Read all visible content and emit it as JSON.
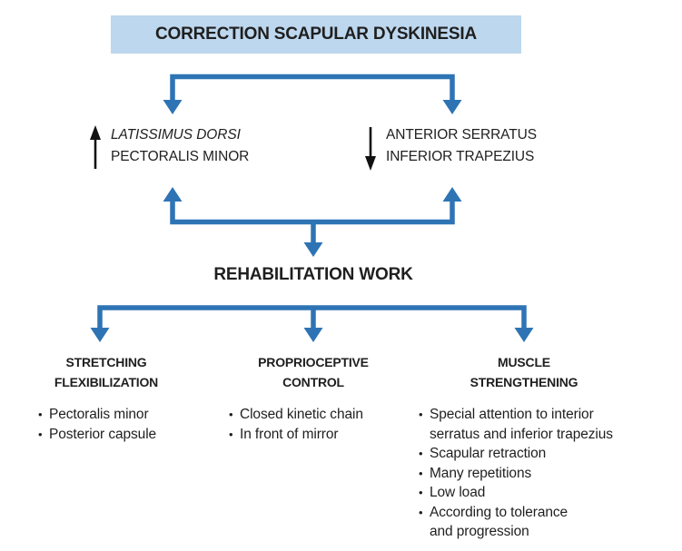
{
  "title": "CORRECTION SCAPULAR DYSKINESIA",
  "colors": {
    "accent": "#2E74B5",
    "box_fill": "#BDD7EE",
    "text": "#1F1F1F"
  },
  "bullet_char": "•",
  "upper_branches": {
    "left": {
      "icon": "up-arrow-icon",
      "line1": "LATISSIMUS DORSI",
      "line2": "PECTORALIS MINOR"
    },
    "right": {
      "icon": "down-arrow-icon",
      "line1": "ANTERIOR SERRATUS",
      "line2": "INFERIOR TRAPEZIUS"
    }
  },
  "rehab_title": "REHABILITATION WORK",
  "branches": [
    {
      "title": "STRETCHING\nFLEXIBILIZATION",
      "items": [
        "Pectoralis minor",
        "Posterior capsule"
      ]
    },
    {
      "title": "PROPRIOCEPTIVE\nCONTROL",
      "items": [
        "Closed kinetic chain",
        "In front of mirror"
      ]
    },
    {
      "title": "MUSCLE\nSTRENGTHENING",
      "items": [
        "Special attention to interior\nserratus and inferior trapezius",
        "Scapular retraction",
        "Many repetitions",
        "Low load",
        "According to tolerance\nand progression"
      ]
    }
  ]
}
